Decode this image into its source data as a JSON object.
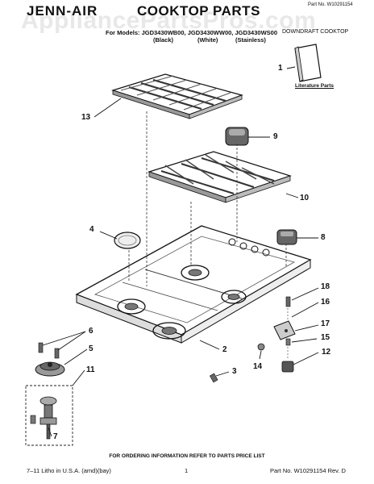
{
  "header": {
    "brand": "JENN-AIR",
    "title": "COOKTOP PARTS",
    "part_line": "For Models: JGD3430WB00, JGD3430WW00, JGD3430WS00",
    "variants": [
      "(Black)",
      "(White)",
      "(Stainless)"
    ],
    "product": "DOWNDRAFT COOKTOP",
    "small_label": "Part No. W10291154"
  },
  "watermark": "AppliancePartsPros.com",
  "diagram": {
    "literature_label": "Literature Parts",
    "callouts": [
      "1",
      "2",
      "3",
      "4",
      "5",
      "6",
      "7",
      "8",
      "9",
      "10",
      "11",
      "12",
      "13",
      "14",
      "15",
      "16",
      "17",
      "18"
    ]
  },
  "footer": {
    "ordering_note": "FOR ORDERING INFORMATION REFER TO PARTS PRICE LIST",
    "print_info": "7–11 Litho in U.S.A. (amd)(bay)",
    "page_number": "1",
    "part_number": "Part No. W10291154 Rev. D"
  }
}
